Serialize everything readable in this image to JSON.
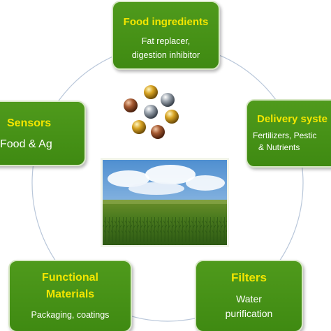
{
  "center": {
    "particles_image": "nanoparticles-illustration",
    "photo": "corn-field-photo"
  },
  "boxes": {
    "food_ingredients": {
      "title": "Food ingredients",
      "line1": "Fat replacer,",
      "line2": "digestion inhibitor"
    },
    "sensors": {
      "title": "Sensors",
      "sub": "Food & Ag"
    },
    "delivery": {
      "title": "Delivery syste",
      "line1": "Fertilizers, Pestic",
      "line2": "& Nutrients"
    },
    "functional": {
      "title1": "Functional",
      "title2": "Materials",
      "sub": "Packaging, coatings"
    },
    "filters": {
      "title": "Filters",
      "line1": "Water",
      "line2": "purification"
    }
  },
  "colors": {
    "box_fill": "#45911a",
    "title_text": "#f3e600",
    "body_text": "#ffffff",
    "ring": "#b9c7da"
  }
}
